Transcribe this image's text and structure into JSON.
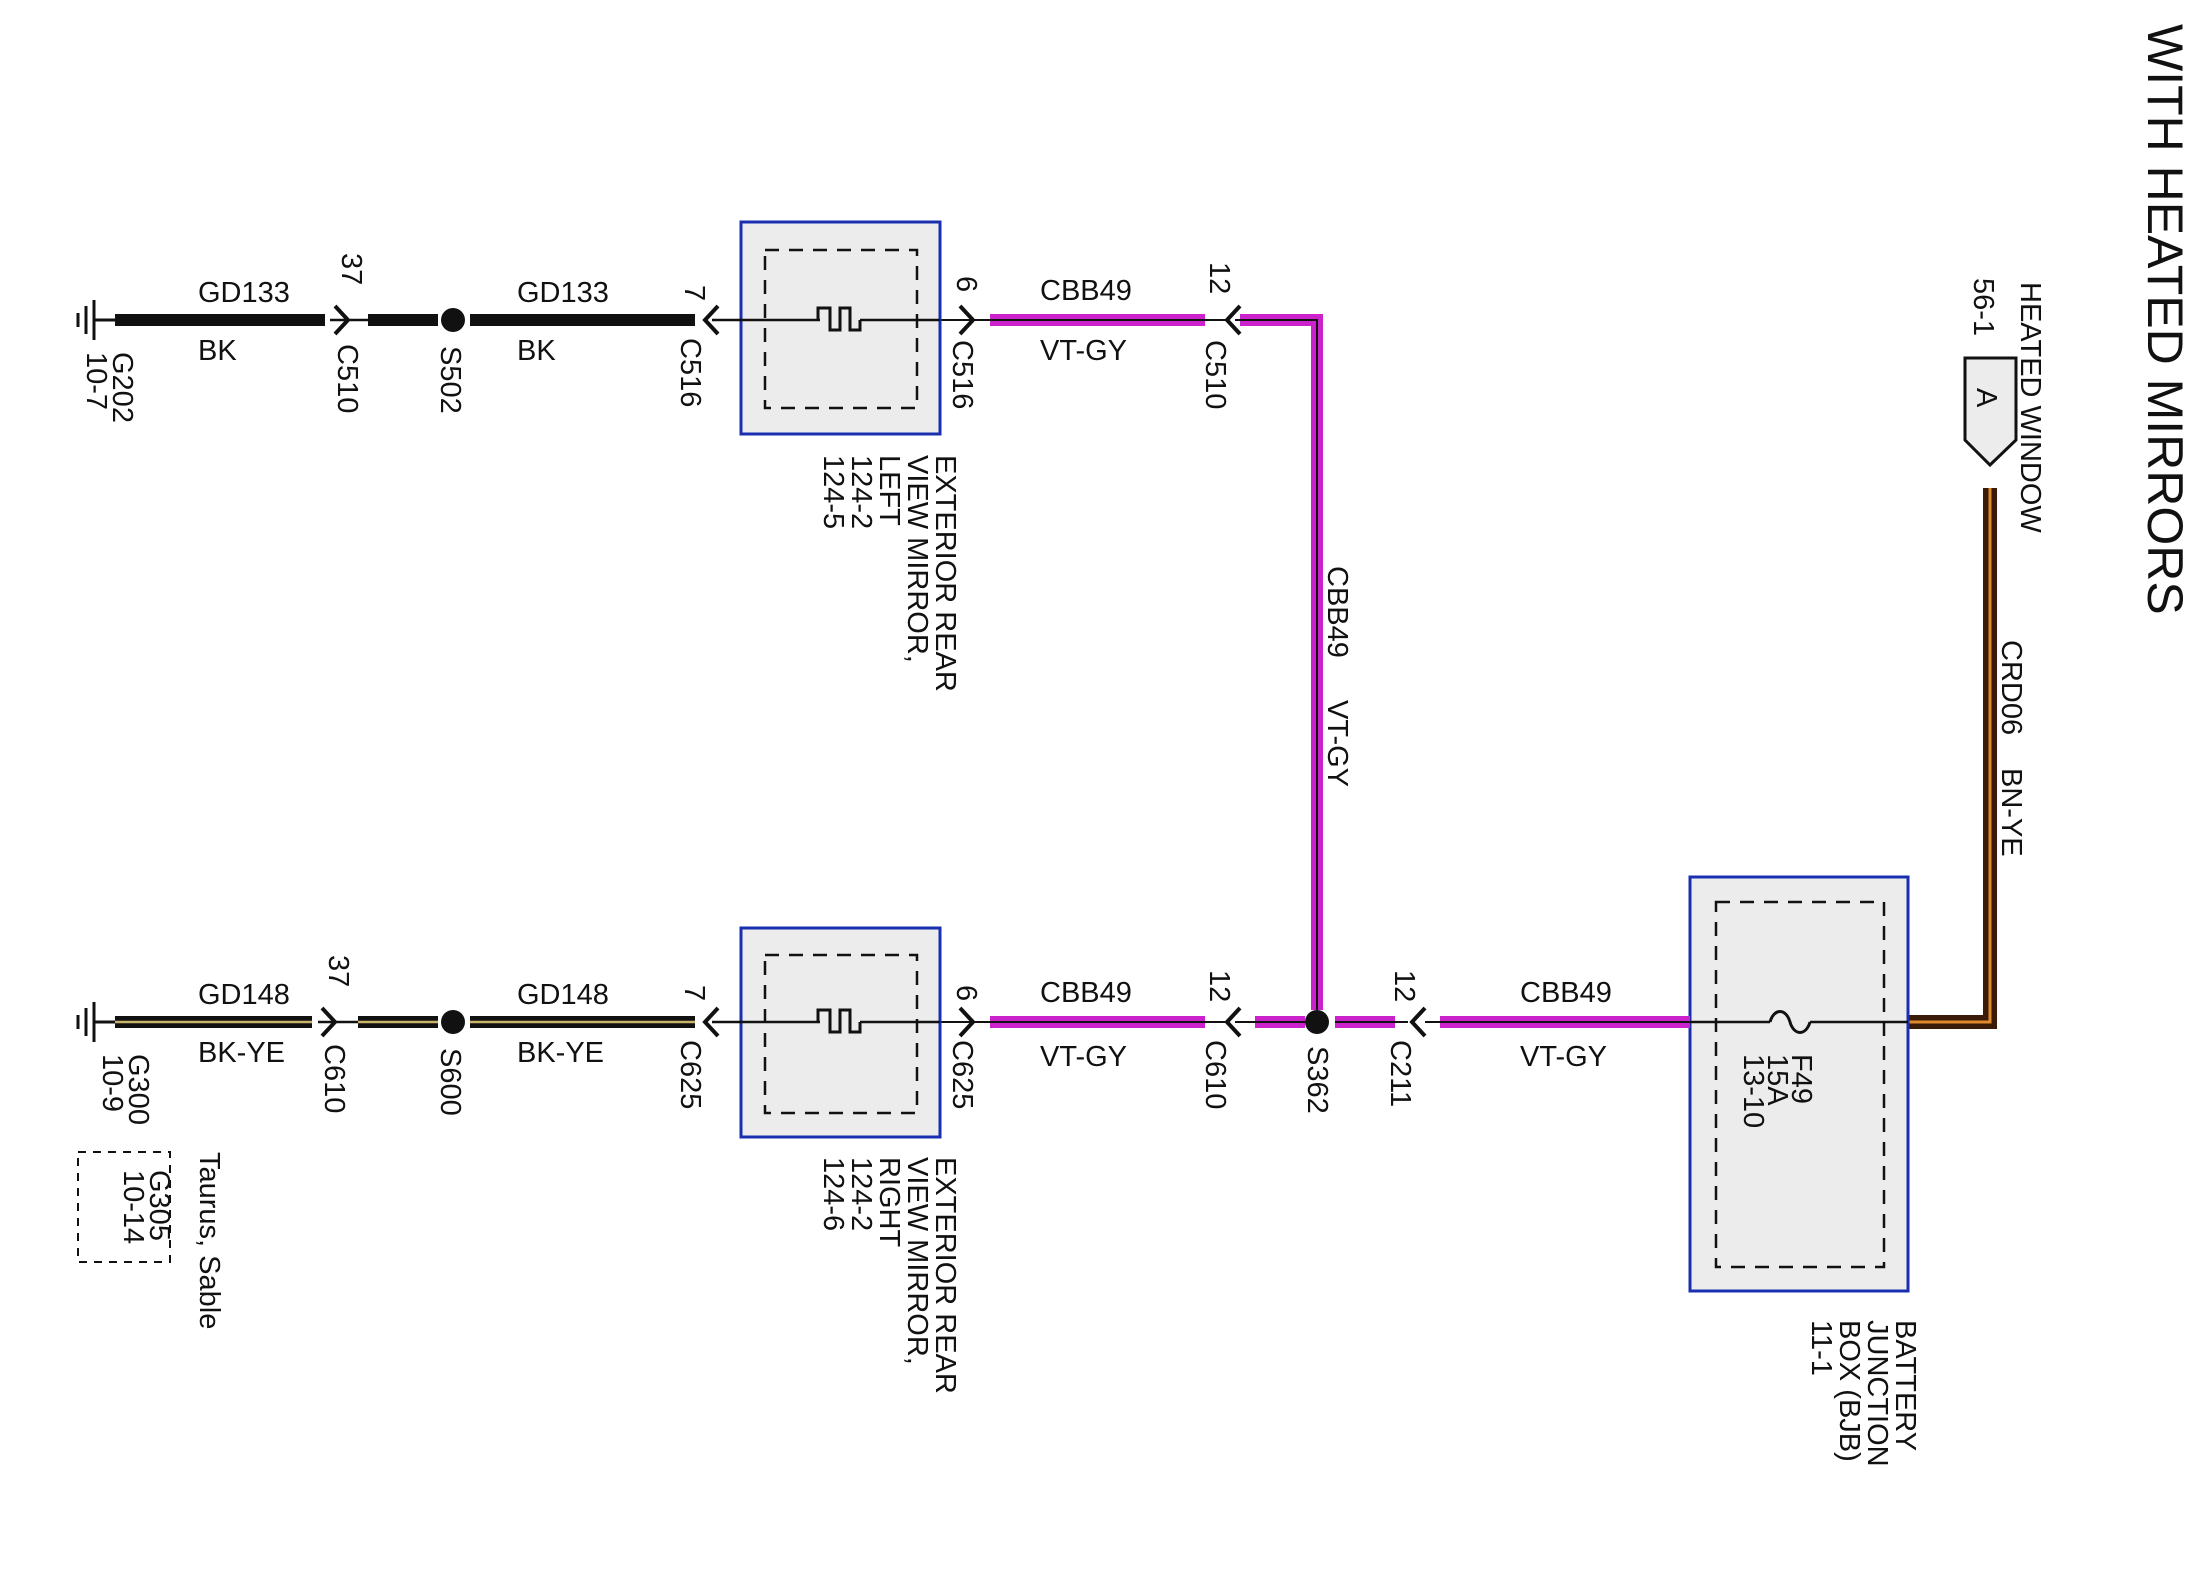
{
  "title": "WITH HEATED MIRRORS",
  "colors": {
    "wire_black": "#111111",
    "wire_violet_gray": "#cc22cc",
    "wire_brown_yellow": "#3a1a08",
    "wire_brown_yellow_stripe": "#e08a2c",
    "wire_black_yellow_stripe": "#c8b46a",
    "component_fill": "#ececec",
    "component_border": "#1a2fb0"
  },
  "heated_window": {
    "label_line1": "HEATED WINDOW",
    "ref": "56-1",
    "connector_letter": "A"
  },
  "feed_wire": {
    "circuit": "CRD06",
    "color_code": "BN-YE"
  },
  "bjb": {
    "line1": "BATTERY",
    "line2": "JUNCTION",
    "line3": "BOX (BJB)",
    "ref": "11-1",
    "fuse": "F49",
    "rating": "15A",
    "fuse_ref": "13-10"
  },
  "main_wire": {
    "circuit": "CBB49",
    "color_code": "VT-GY"
  },
  "connectors": {
    "c211": "C211",
    "c211_pin": "12",
    "s362": "S362",
    "c610_right": "C610",
    "c610_right_pin": "12",
    "c625_right": "C625",
    "c625_right_pin": "6",
    "c510_right": "C510",
    "c510_right_pin": "12",
    "c516_right": "C516",
    "c516_right_pin": "6"
  },
  "vertical_wire": {
    "circuit": "CBB49",
    "color_code": "VT-GY"
  },
  "upper_segment": {
    "circuit": "CBB49",
    "color_code": "VT-GY"
  },
  "lower_segment": {
    "circuit": "CBB49",
    "color_code": "VT-GY"
  },
  "mirror_left": {
    "line1": "EXTERIOR REAR",
    "line2": "VIEW MIRROR,",
    "line3": "LEFT",
    "ref1": "124-2",
    "ref2": "124-5"
  },
  "mirror_right": {
    "line1": "EXTERIOR REAR",
    "line2": "VIEW MIRROR,",
    "line3": "RIGHT",
    "ref1": "124-2",
    "ref2": "124-6"
  },
  "left_ground_top": {
    "c516_left": "C516",
    "c516_left_pin": "7",
    "splice": "S502",
    "c510_left": "C510",
    "c510_left_pin": "37",
    "circuit": "GD133",
    "color_code": "BK",
    "ground": "G202",
    "ground_ref": "10-7"
  },
  "left_ground_bottom": {
    "c625_left": "C625",
    "c625_left_pin": "7",
    "splice": "S600",
    "c610_left": "C610",
    "c610_left_pin": "37",
    "circuit": "GD148",
    "color_code": "BK-YE",
    "ground": "G300",
    "ground_ref": "10-9",
    "alt_ground": "G305",
    "alt_ground_ref": "10-14",
    "alt_note": "Taurus, Sable"
  }
}
